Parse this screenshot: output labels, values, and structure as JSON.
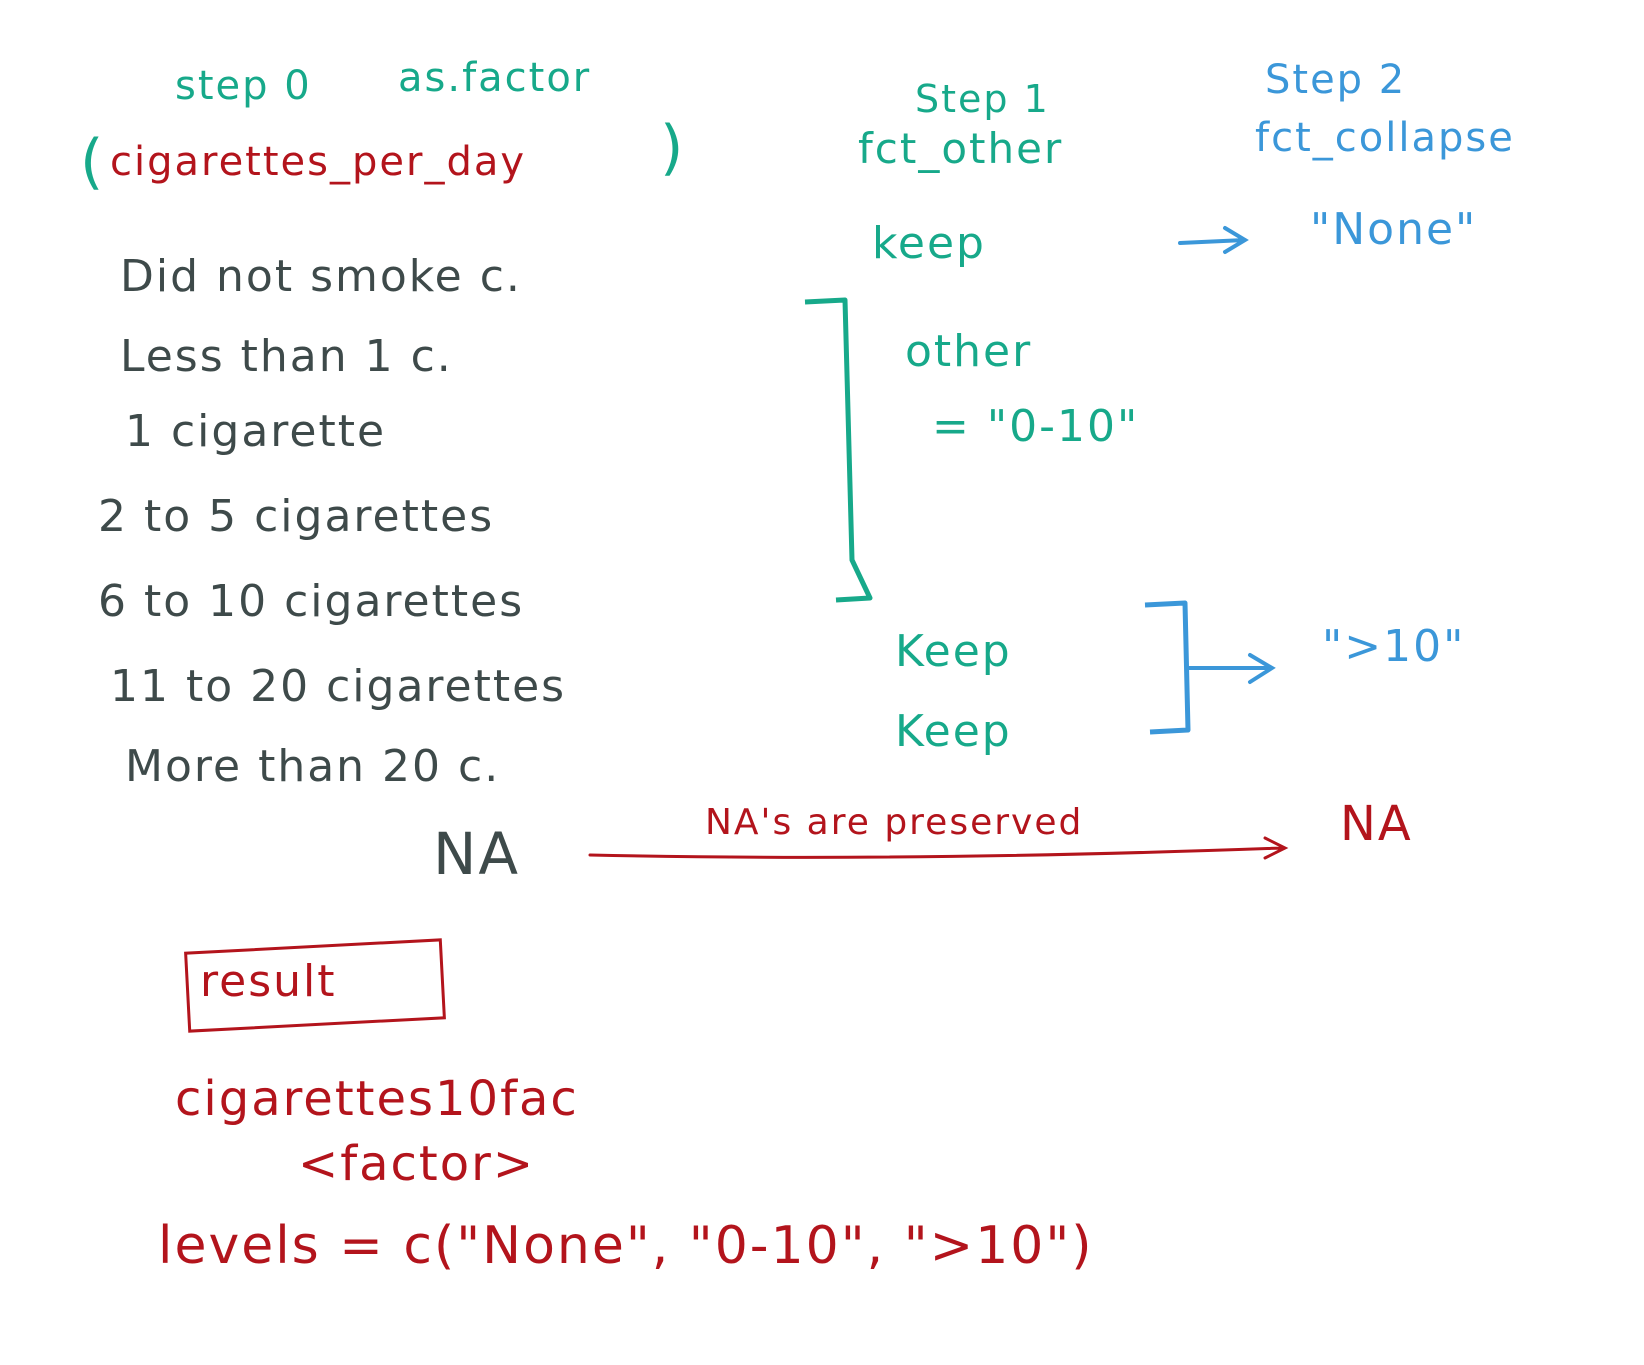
{
  "colors": {
    "step0": "#17a98a",
    "red": "#b3141c",
    "gray": "#3e4a4a",
    "blue": "#3b97d9"
  },
  "step0": {
    "label": "step 0",
    "function": "as.factor",
    "argument": "cigarettes_per_day",
    "open_paren": "(",
    "close_paren": ")"
  },
  "step1": {
    "label": "Step 1",
    "function": "fct_other"
  },
  "step2": {
    "label": "Step 2",
    "function": "fct_collapse"
  },
  "levels": [
    "Did not smoke c.",
    "Less than 1 c.",
    "1 cigarette",
    "2 to 5 cigarettes",
    "6 to 10 cigarettes",
    "11 to 20 cigarettes",
    "More than 20 c."
  ],
  "na_level": "NA",
  "step1_actions": {
    "keep_top": "keep",
    "other_line1": "other",
    "other_line2": "= \"0-10\"",
    "keep_mid": "Keep",
    "keep_bottom": "Keep"
  },
  "step2_actions": {
    "none": "\"None\"",
    "over10": "\">10\""
  },
  "na_note": {
    "label": "NA's are preserved",
    "result": "NA"
  },
  "result": {
    "box_label": "result",
    "variable": "cigarettes10fac",
    "type": "<factor>",
    "levels_line": "levels = c(\"None\", \"0-10\", \">10\")"
  }
}
